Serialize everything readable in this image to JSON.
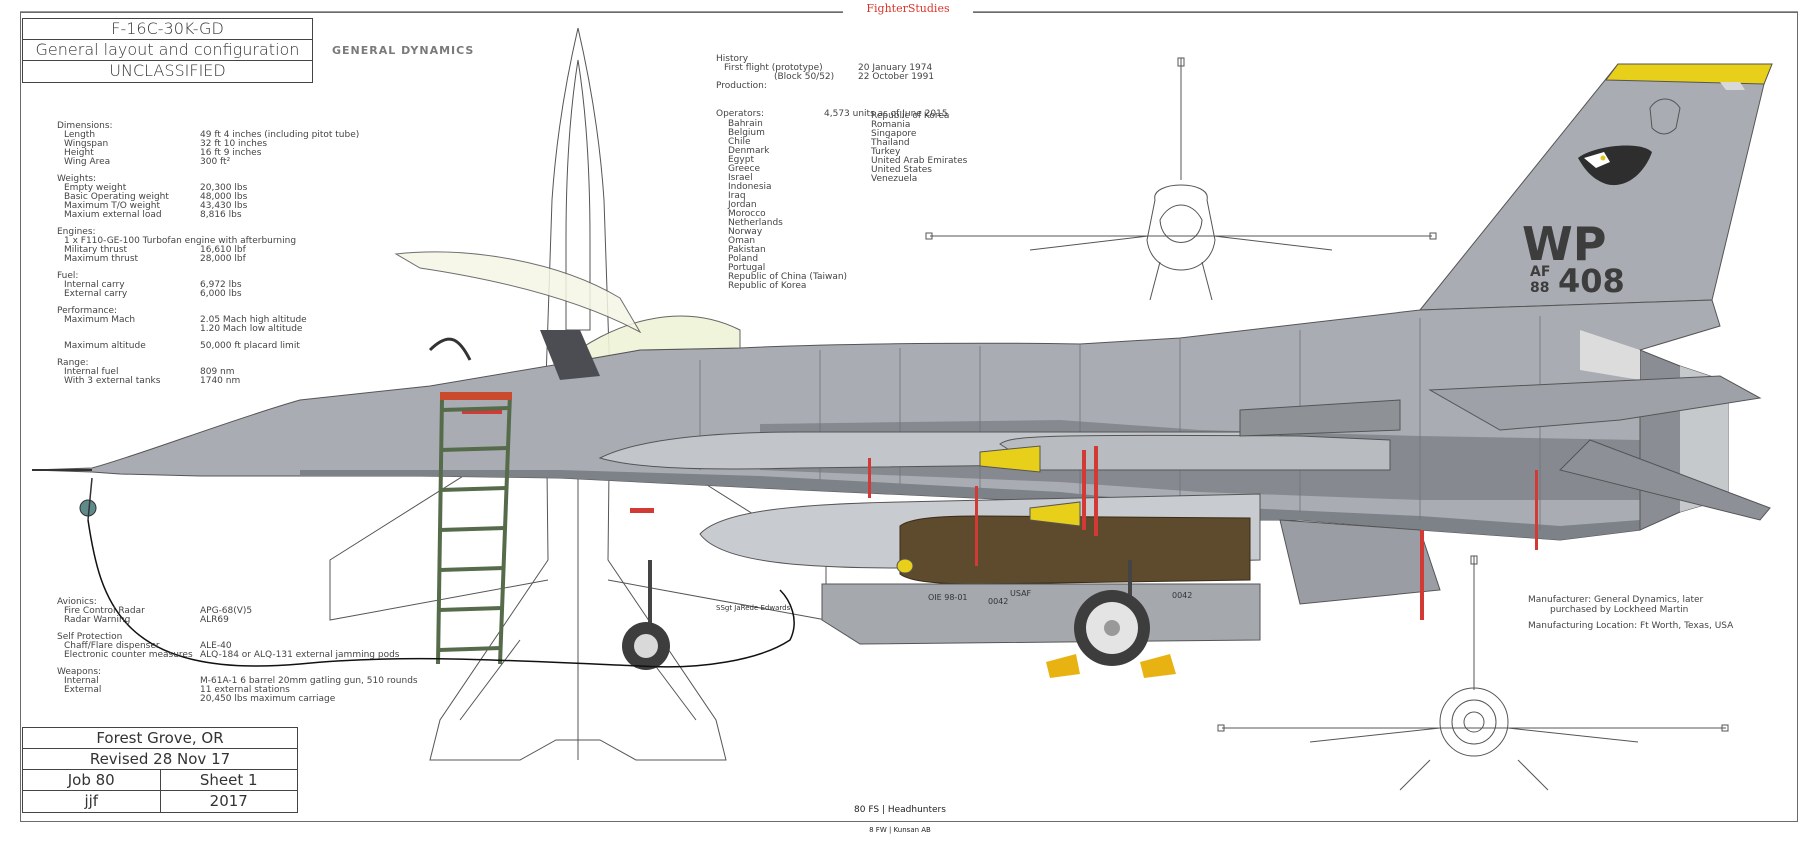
{
  "header": {
    "brand": "FighterStudies",
    "title_lines": [
      "F-16C-30K-GD",
      "General layout and configuration",
      "UNCLASSIFIED"
    ],
    "company": "GENERAL DYNAMICS"
  },
  "specs": [
    {
      "head": "Dimensions:",
      "rows": [
        [
          "Length",
          "49 ft 4 inches (including pitot tube)"
        ],
        [
          "Wingspan",
          "32 ft 10 inches"
        ],
        [
          "Height",
          "16 ft 9 inches"
        ],
        [
          "Wing Area",
          "300 ft²"
        ]
      ]
    },
    {
      "head": "Weights:",
      "rows": [
        [
          "Empty weight",
          "20,300 lbs"
        ],
        [
          "Basic Operating weight",
          "48,000 lbs"
        ],
        [
          "Maximum T/O weight",
          "43,430 lbs"
        ],
        [
          "Maxium external load",
          "8,816 lbs"
        ]
      ]
    },
    {
      "head": "Engines:",
      "rows": [
        [
          "1 x F110-GE-100 Turbofan engine with afterburning",
          ""
        ],
        [
          "Military thrust",
          "16,610 lbf"
        ],
        [
          "Maximum thrust",
          "28,000 lbf"
        ]
      ]
    },
    {
      "head": "Fuel:",
      "rows": [
        [
          "Internal carry",
          "6,972 lbs"
        ],
        [
          "External carry",
          "6,000 lbs"
        ]
      ]
    },
    {
      "head": "Performance:",
      "rows": [
        [
          "Maximum Mach",
          "2.05 Mach high altitude"
        ],
        [
          "",
          "1.20 Mach low altitude"
        ]
      ]
    },
    {
      "head": "",
      "rows": [
        [
          "Maximum altitude",
          "50,000 ft placard limit"
        ]
      ]
    },
    {
      "head": "Range:",
      "rows": [
        [
          "Internal fuel",
          "809 nm"
        ],
        [
          "With 3 external tanks",
          "1740 nm"
        ]
      ]
    }
  ],
  "avionics": [
    {
      "head": "Avionics:",
      "rows": [
        [
          "Fire Control Radar",
          "APG-68(V)5"
        ],
        [
          "Radar Warning",
          "ALR69"
        ]
      ]
    },
    {
      "head": "Self Protection",
      "rows": [
        [
          "Chaff/Flare dispenser",
          "ALE-40"
        ],
        [
          "Electronic counter measures",
          "ALQ-184 or ALQ-131 external jamming pods"
        ]
      ]
    },
    {
      "head": "Weapons:",
      "rows": [
        [
          "Internal",
          "M-61A-1 6 barrel 20mm gatling gun, 510 rounds"
        ],
        [
          "External",
          "11 external stations"
        ],
        [
          "",
          "20,450 lbs maximum carriage"
        ]
      ]
    }
  ],
  "history": {
    "head": "History",
    "rows": [
      [
        "First flight (prototype)",
        "20 January 1974"
      ],
      [
        "(Block 50/52)",
        "22 October 1991"
      ]
    ],
    "production": "Production:"
  },
  "operators": {
    "head": "Operators:",
    "note": "4,573 units as of June 2015",
    "col1": [
      "Bahrain",
      "Belgium",
      "Chile",
      "Denmark",
      "Egypt",
      "Greece",
      "Israel",
      "Indonesia",
      "Iraq",
      "Jordan",
      "Morocco",
      "Netherlands",
      "Norway",
      "Oman",
      "Pakistan",
      "Poland",
      "Portugal",
      "Republic of China (Taiwan)",
      "Republic of Korea"
    ],
    "col2": [
      "Republic of Korea",
      "Romania",
      "Singapore",
      "Thailand",
      "Turkey",
      "United Arab Emirates",
      "United States",
      "Venezuela"
    ]
  },
  "manufacturer": {
    "line1": "Manufacturer: General Dynamics, later",
    "line2": "purchased by Lockheed Martin",
    "line3": "Manufacturing Location: Ft Worth, Texas, USA"
  },
  "footer_block": {
    "location": "Forest Grove, OR",
    "revised": "Revised 28 Nov 17",
    "job": "Job 80",
    "sheet": "Sheet 1",
    "initials": "jjf",
    "year": "2017"
  },
  "unit": "80 FS  |  Headhunters",
  "base": "8 FW  |  Kunsan AB",
  "tail": {
    "code": "WP",
    "af": "AF",
    "year": "88",
    "serial": "408"
  },
  "stores": {
    "store_a": "OIE 98-01",
    "store_b": "0042",
    "store_c": "USAF",
    "store_d": "0042",
    "tank_label": "SSgt JaRede Edwards"
  },
  "colors": {
    "aircraft_gray": "#a9adb3",
    "aircraft_dark": "#7d8188",
    "tail_tip": "#e8cf1a",
    "ladder": "#556b4a",
    "bomb_brown": "#5e4a2c",
    "remove_tag": "#d23a35",
    "line_art": "#555555"
  }
}
